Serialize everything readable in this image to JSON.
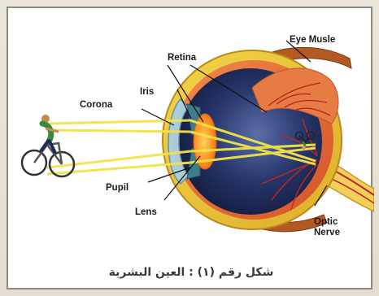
{
  "figure": {
    "caption": "شكل رقم (١) : العين البشرية",
    "labels": {
      "eye_muscle": "Eye Musle",
      "retina": "Retina",
      "iris": "Iris",
      "corona": "Corona",
      "pupil": "Pupil",
      "lens": "Lens",
      "optic_nerve_line1": "Optic",
      "optic_nerve_line2": "Nerve"
    }
  },
  "colors": {
    "light_rays": "#f2e34a",
    "sclera_outer": "#e9c43c",
    "eye_interior": "#2a3b73",
    "lens": "#ff8a1e",
    "vessels": "#c2261f",
    "muscle": "#a9541c"
  }
}
